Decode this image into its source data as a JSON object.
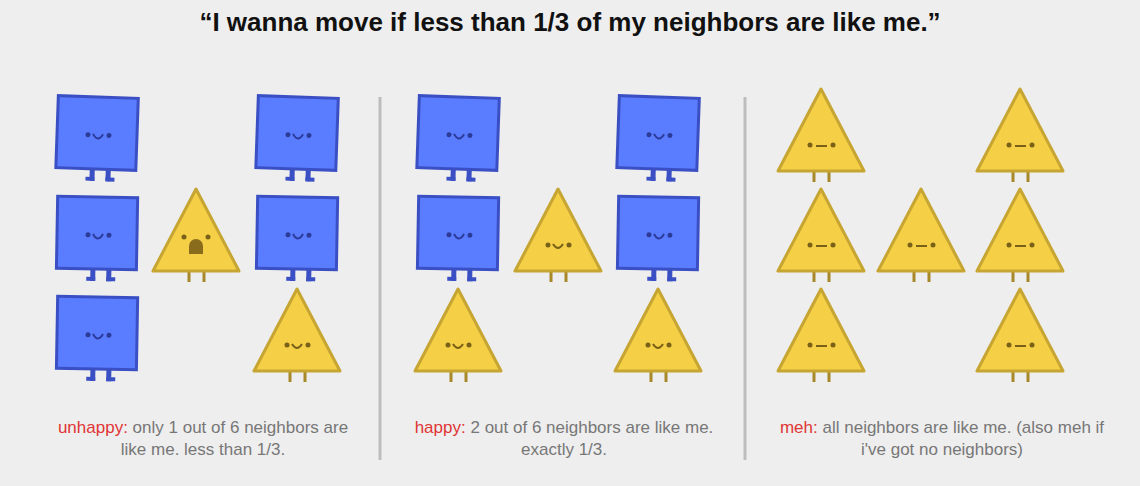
{
  "diagram": {
    "title": "“I wanna move if less than 1/3 of my neighbors are like me.”",
    "labels": [
      "unhappy:",
      "only 1 out of 6 neighbors are like me. less than 1/3.",
      "happy:",
      "2 out of 6 neighbors are like me. exactly 1/3.",
      "meh:",
      "all neighbors are like me. (also meh if i've got no neighbors)"
    ]
  }
}
